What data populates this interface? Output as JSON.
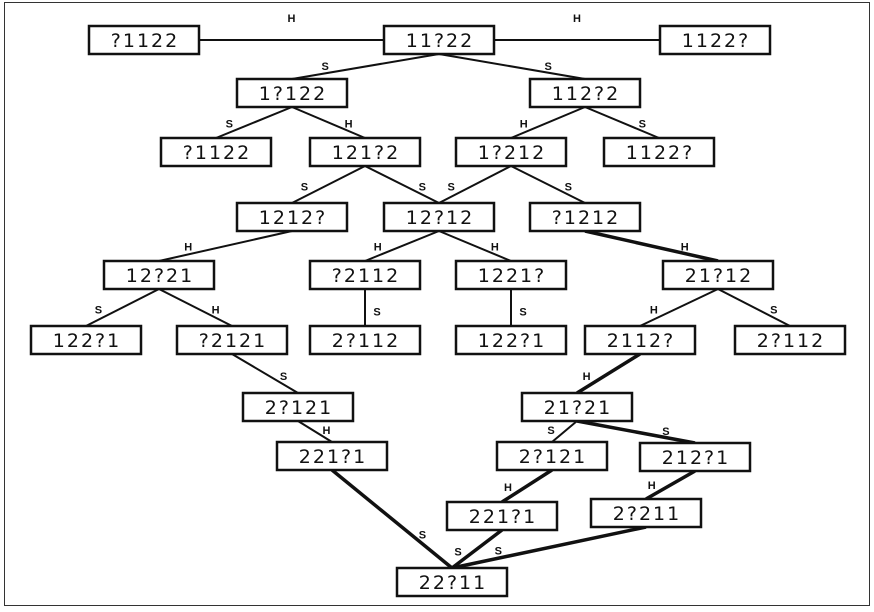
{
  "diagram": {
    "nodes": [
      {
        "id": "n1",
        "label": "?1122"
      },
      {
        "id": "n2",
        "label": "11?22"
      },
      {
        "id": "n3",
        "label": "1122?"
      },
      {
        "id": "n4",
        "label": "1?122"
      },
      {
        "id": "n5",
        "label": "112?2"
      },
      {
        "id": "n6",
        "label": "?1122"
      },
      {
        "id": "n7",
        "label": "121?2"
      },
      {
        "id": "n8",
        "label": "1?212"
      },
      {
        "id": "n9",
        "label": "1122?"
      },
      {
        "id": "n10",
        "label": "1212?"
      },
      {
        "id": "n11",
        "label": "12?12"
      },
      {
        "id": "n12",
        "label": "?1212"
      },
      {
        "id": "n13",
        "label": "12?21"
      },
      {
        "id": "n14",
        "label": "?2112"
      },
      {
        "id": "n15",
        "label": "1221?"
      },
      {
        "id": "n16",
        "label": "21?12"
      },
      {
        "id": "n17",
        "label": "122?1"
      },
      {
        "id": "n18",
        "label": "?2121"
      },
      {
        "id": "n19",
        "label": "2?112"
      },
      {
        "id": "n20",
        "label": "122?1"
      },
      {
        "id": "n21",
        "label": "2112?"
      },
      {
        "id": "n22",
        "label": "2?112"
      },
      {
        "id": "n23",
        "label": "2?121"
      },
      {
        "id": "n24",
        "label": "21?21"
      },
      {
        "id": "n25",
        "label": "221?1"
      },
      {
        "id": "n26",
        "label": "2?121"
      },
      {
        "id": "n27",
        "label": "212?1"
      },
      {
        "id": "n28",
        "label": "221?1"
      },
      {
        "id": "n29",
        "label": "2?211"
      },
      {
        "id": "n30",
        "label": "22?11"
      }
    ],
    "edges": [
      {
        "from": "n2",
        "to": "n1",
        "label": "H",
        "thick": false
      },
      {
        "from": "n2",
        "to": "n3",
        "label": "H",
        "thick": false
      },
      {
        "from": "n2",
        "to": "n4",
        "label": "S",
        "thick": false
      },
      {
        "from": "n2",
        "to": "n5",
        "label": "S",
        "thick": false
      },
      {
        "from": "n4",
        "to": "n6",
        "label": "S",
        "thick": false
      },
      {
        "from": "n4",
        "to": "n7",
        "label": "H",
        "thick": false
      },
      {
        "from": "n5",
        "to": "n8",
        "label": "H",
        "thick": false
      },
      {
        "from": "n5",
        "to": "n9",
        "label": "S",
        "thick": false
      },
      {
        "from": "n7",
        "to": "n10",
        "label": "S",
        "thick": false
      },
      {
        "from": "n7",
        "to": "n11",
        "label": "S",
        "thick": false
      },
      {
        "from": "n8",
        "to": "n11",
        "label": "S",
        "thick": false
      },
      {
        "from": "n8",
        "to": "n12",
        "label": "S",
        "thick": false
      },
      {
        "from": "n10",
        "to": "n13",
        "label": "H",
        "thick": false
      },
      {
        "from": "n11",
        "to": "n14",
        "label": "H",
        "thick": false
      },
      {
        "from": "n11",
        "to": "n15",
        "label": "H",
        "thick": false
      },
      {
        "from": "n12",
        "to": "n16",
        "label": "H",
        "thick": true
      },
      {
        "from": "n13",
        "to": "n17",
        "label": "S",
        "thick": false
      },
      {
        "from": "n13",
        "to": "n18",
        "label": "H",
        "thick": false
      },
      {
        "from": "n14",
        "to": "n19",
        "label": "S",
        "thick": false
      },
      {
        "from": "n15",
        "to": "n20",
        "label": "S",
        "thick": false
      },
      {
        "from": "n16",
        "to": "n21",
        "label": "H",
        "thick": false
      },
      {
        "from": "n16",
        "to": "n22",
        "label": "S",
        "thick": false
      },
      {
        "from": "n18",
        "to": "n23",
        "label": "S",
        "thick": false
      },
      {
        "from": "n21",
        "to": "n24",
        "label": "H",
        "thick": true
      },
      {
        "from": "n23",
        "to": "n25",
        "label": "H",
        "thick": false
      },
      {
        "from": "n24",
        "to": "n26",
        "label": "S",
        "thick": false
      },
      {
        "from": "n24",
        "to": "n27",
        "label": "S",
        "thick": true
      },
      {
        "from": "n26",
        "to": "n28",
        "label": "H",
        "thick": true
      },
      {
        "from": "n27",
        "to": "n29",
        "label": "H",
        "thick": true
      },
      {
        "from": "n25",
        "to": "n30",
        "label": "S",
        "thick": true
      },
      {
        "from": "n28",
        "to": "n30",
        "label": "S",
        "thick": true
      },
      {
        "from": "n29",
        "to": "n30",
        "label": "S",
        "thick": true
      }
    ]
  }
}
